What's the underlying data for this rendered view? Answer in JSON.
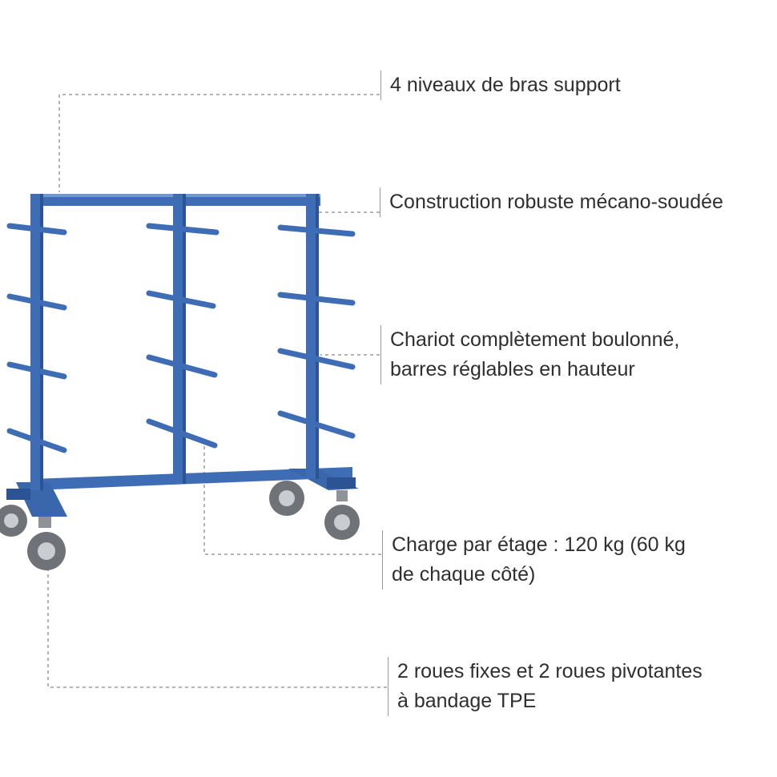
{
  "callouts": {
    "arms": {
      "lines": [
        "4 niveaux de bras support"
      ]
    },
    "construction": {
      "lines": [
        "Construction robuste mécano-soudée"
      ]
    },
    "bolted": {
      "lines": [
        "Chariot complètement boulonné,",
        "barres réglables en hauteur"
      ]
    },
    "load": {
      "lines": [
        "Charge par étage : 120 kg (60 kg",
        "de chaque côté)"
      ]
    },
    "wheels": {
      "lines": [
        "2 roues fixes et 2 roues pivotantes",
        "à bandage TPE"
      ]
    }
  },
  "colors": {
    "frame": "#3f6db5",
    "frame_dark": "#2c5494",
    "frame_light": "#6f98d4",
    "leader": "#9a9a9a",
    "text": "#2f2f2f",
    "wheel": "#6f7276",
    "hub": "#c9ccd0"
  },
  "icons": {
    "product": "cantilever-cart-illustration"
  }
}
